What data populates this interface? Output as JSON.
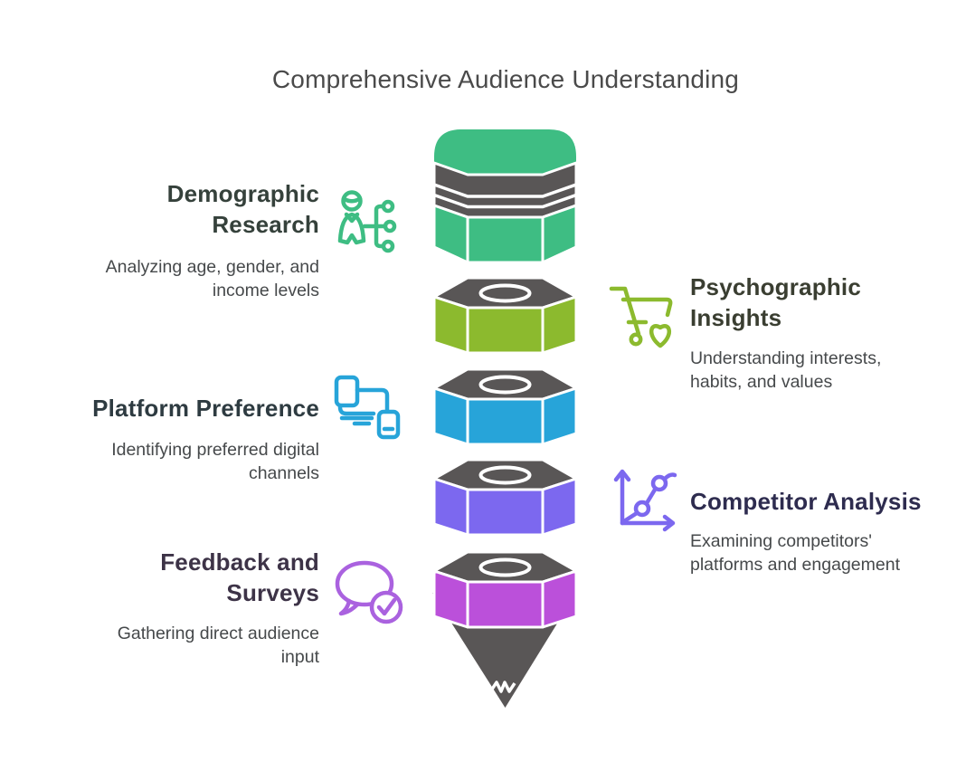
{
  "title": "Comprehensive Audience Understanding",
  "colors": {
    "background": "#ffffff",
    "funnel_dark": "#595656",
    "seam_white": "#ffffff",
    "title_text": "#4a4a4a",
    "description_text": "#46494b"
  },
  "funnel": {
    "cap_color": "#3ebd83",
    "segments": [
      {
        "name": "funnel-segment-olive",
        "color": "#8cba2e"
      },
      {
        "name": "funnel-segment-cyan",
        "color": "#27a4d9"
      },
      {
        "name": "funnel-segment-violet",
        "color": "#7c68ef"
      },
      {
        "name": "funnel-segment-magenta",
        "color": "#bb50da"
      }
    ],
    "tip_color": "#595656"
  },
  "sections": {
    "left": [
      {
        "heading": "Demographic\nResearch",
        "description": "Analyzing age, gender, and\nincome levels",
        "icon": "person-hierarchy-icon",
        "accent": "#3ebd83",
        "heading_color": "#35413b"
      },
      {
        "heading": "Platform Preference",
        "description": "Identifying preferred digital\nchannels",
        "icon": "devices-icon",
        "accent": "#27a4d9",
        "heading_color": "#2e3b41"
      },
      {
        "heading": "Feedback and\nSurveys",
        "description": "Gathering direct audience\ninput",
        "icon": "chat-check-icon",
        "accent": "#aa62df",
        "heading_color": "#3d3347"
      }
    ],
    "right": [
      {
        "heading": "Psychographic\nInsights",
        "description": "Understanding interests,\nhabits, and values",
        "icon": "cart-heart-icon",
        "accent": "#8cba2e",
        "heading_color": "#3a3e31"
      },
      {
        "heading": "Competitor Analysis",
        "description": "Examining competitors'\nplatforms and engagement",
        "icon": "line-chart-icon",
        "accent": "#7c68ef",
        "heading_color": "#2e2c4f"
      }
    ]
  }
}
